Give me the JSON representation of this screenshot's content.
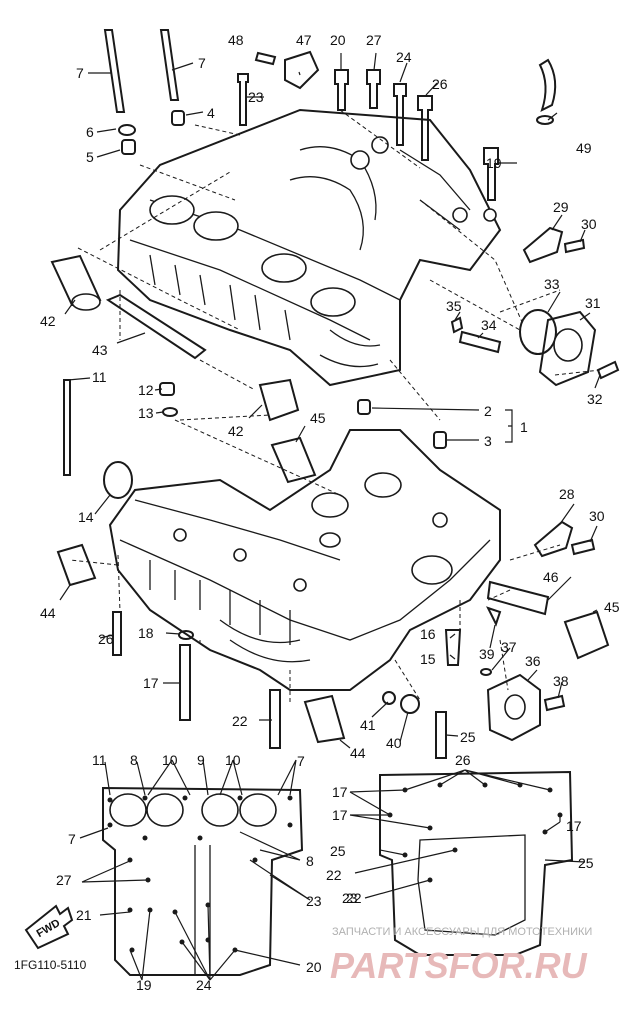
{
  "labels": [
    "1",
    "2",
    "3",
    "4",
    "5",
    "6",
    "7",
    "7",
    "7",
    "7",
    "8",
    "8",
    "9",
    "10",
    "10",
    "11",
    "11",
    "12",
    "13",
    "14",
    "15",
    "16",
    "17",
    "17",
    "17",
    "17",
    "18",
    "19",
    "19",
    "20",
    "20",
    "21",
    "22",
    "22",
    "22",
    "23",
    "23",
    "23",
    "24",
    "24",
    "25",
    "25",
    "25",
    "26",
    "26",
    "26",
    "27",
    "27",
    "28",
    "29",
    "30",
    "30",
    "31",
    "32",
    "33",
    "34",
    "35",
    "36",
    "37",
    "38",
    "39",
    "40",
    "41",
    "42",
    "42",
    "43",
    "44",
    "44",
    "45",
    "45",
    "46",
    "47",
    "48",
    "49"
  ],
  "diagram_code": "1FG110-5110",
  "fwd_label": "FWD",
  "watermark": {
    "top": "ЗАПЧАСТИ И АКСЕССУАРЫ ДЛЯ МОТОТЕХНИКИ",
    "main": "PARTSFOR.RU"
  }
}
